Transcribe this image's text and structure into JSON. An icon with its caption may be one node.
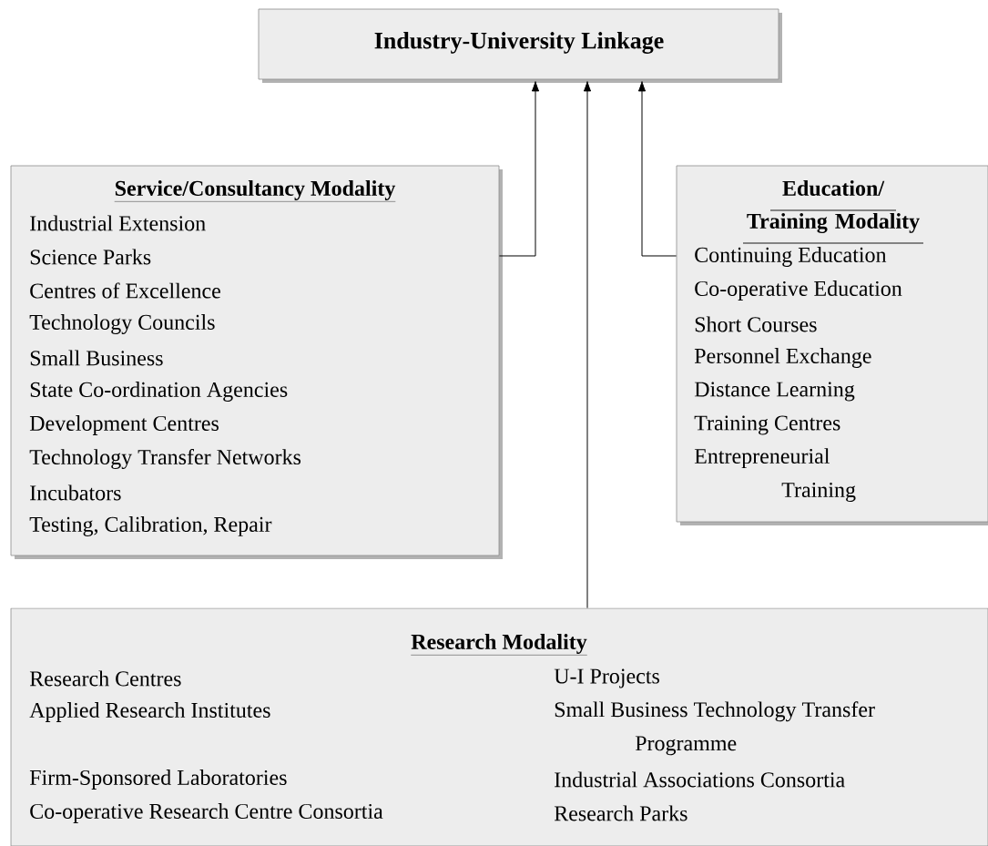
{
  "diagram": {
    "nodes": [
      {
        "text": [
          "Industry-University Linkage"
        ]
      },
      {
        "text": [
          "Service/Consultancy Modality",
          "Industrial Extension",
          "Science Parks",
          "Centres of Excellence",
          "Technology Councils",
          "Small Business",
          "State Co-ordination Agencies",
          "Development Centres",
          "Technology Transfer Networks",
          "Incubators",
          "Testing, Calibration, Repair"
        ]
      },
      {
        "text": [
          "Education/ Training Modality",
          "Continuing Education",
          "Co-operative Education",
          "Short Courses",
          "Personnel Exchange",
          "Distance Learning",
          "Training Centres",
          "Entrepreneurial Training"
        ]
      },
      {
        "text": [
          "Research Modality",
          "Research Centres",
          "U-I Projects",
          "Applied Research Institutes",
          "Small Business Technology Transfer Programme",
          "Firm-Sponsored Laboratories",
          "Industrial Associations Consortia",
          "Co-operative Research Centre Consortia",
          "Research Parks"
        ]
      }
    ],
    "edges": [
      {
        "from": 1,
        "to": 0,
        "arrow": "to"
      },
      {
        "from": 3,
        "to": 0,
        "arrow": "to"
      },
      {
        "from": 2,
        "to": 0,
        "arrow": "to"
      }
    ]
  }
}
